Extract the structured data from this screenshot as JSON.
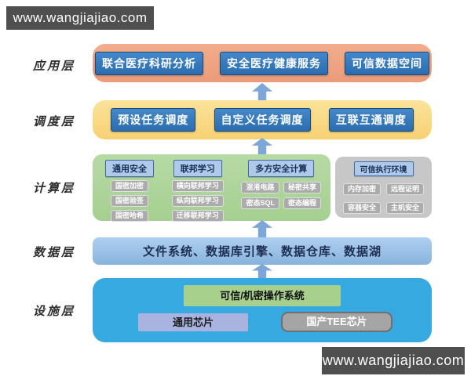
{
  "watermark": {
    "text": "www.wangjiajiao.com"
  },
  "layers": {
    "application": {
      "label": "应用层",
      "items": [
        "联合医疗科研分析",
        "安全医疗健康服务",
        "可信数据空间"
      ]
    },
    "scheduling": {
      "label": "调度层",
      "items": [
        "预设任务调度",
        "自定义任务调度",
        "互联互通调度"
      ]
    },
    "computing": {
      "label": "计算层",
      "groups": [
        {
          "header": "通用安全",
          "items": [
            "国密加密",
            "国密验签",
            "国密哈希"
          ]
        },
        {
          "header": "联邦学习",
          "items": [
            "横向联邦学习",
            "纵向联邦学习",
            "迁移联邦学习"
          ]
        },
        {
          "header": "多方安全计算",
          "items": [
            "混淆电路",
            "秘密共享",
            "密态SQL",
            "密态编程"
          ]
        }
      ],
      "tee": {
        "header": "可信执行环境",
        "items": [
          "内存加密",
          "远程证明",
          "容器安全",
          "主机安全"
        ]
      }
    },
    "data": {
      "label": "数据层",
      "text": "文件系统、数据库引擎、数据仓库、数据湖"
    },
    "infrastructure": {
      "label": "设施层",
      "os": "可信/机密操作系统",
      "chips": [
        "通用芯片",
        "国产TEE芯片"
      ]
    }
  },
  "colors": {
    "application_container": "#efa183",
    "scheduling_container": "#f9d57d",
    "computing_container": "#aed49a",
    "tee_container": "#c7c7c7",
    "data_container": "#8fb9e4",
    "infrastructure_container": "#36a9e1",
    "primary_box": "#2e74b5",
    "header_box": "#b0c9e8",
    "item_pill": "#ababab",
    "arrow": "#7da7d8",
    "os_box": "#a8d08d",
    "general_chip": "#a9b3df",
    "tee_chip": "#a5a5a5",
    "watermark_bg": "#4f4f4f"
  }
}
